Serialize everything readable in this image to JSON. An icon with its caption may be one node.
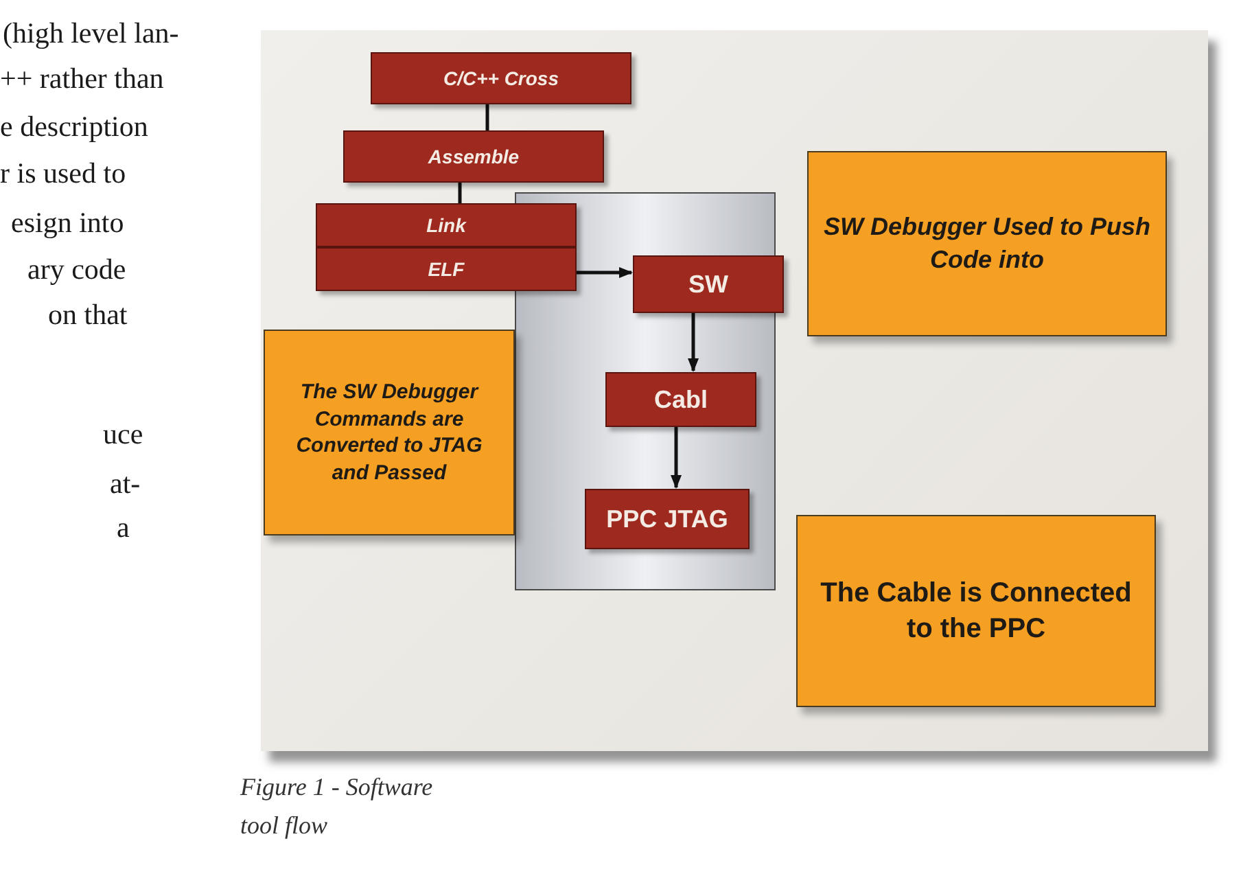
{
  "diagram": {
    "caption": "Figure 1 - Software tool flow",
    "nodes": [
      {
        "text": [
          "C/C++ Cross"
        ]
      },
      {
        "text": [
          "Assemble"
        ]
      },
      {
        "text": [
          "Link"
        ]
      },
      {
        "text": [
          "ELF"
        ]
      },
      {
        "text": [],
        "shape": "box"
      },
      {
        "text": [
          "SW"
        ],
        "in": 4
      },
      {
        "text": [
          "Cabl"
        ],
        "in": 4
      },
      {
        "text": [
          "PPC JTAG"
        ],
        "in": 4
      },
      {
        "text": [
          "SW Debugger Used to Push Code into"
        ]
      },
      {
        "text": [
          "The SW Debugger Commands are Converted to JTAG and Passed"
        ]
      },
      {
        "text": [
          "The Cable is Connected to the PPC"
        ]
      }
    ],
    "edges": [
      {
        "from": 0,
        "to": 1,
        "arrow": "none"
      },
      {
        "from": 1,
        "to": 2,
        "arrow": "none"
      },
      {
        "from": 3,
        "to": 5,
        "arrow": "to"
      },
      {
        "from": 5,
        "to": 6,
        "arrow": "to"
      },
      {
        "from": 6,
        "to": 7,
        "arrow": "to"
      }
    ],
    "labels": [
      "(high level lan-",
      "++ rather than",
      "e description",
      "r is used to",
      "esign into",
      "ary code",
      "on that",
      "uce",
      "at-",
      "a"
    ]
  }
}
